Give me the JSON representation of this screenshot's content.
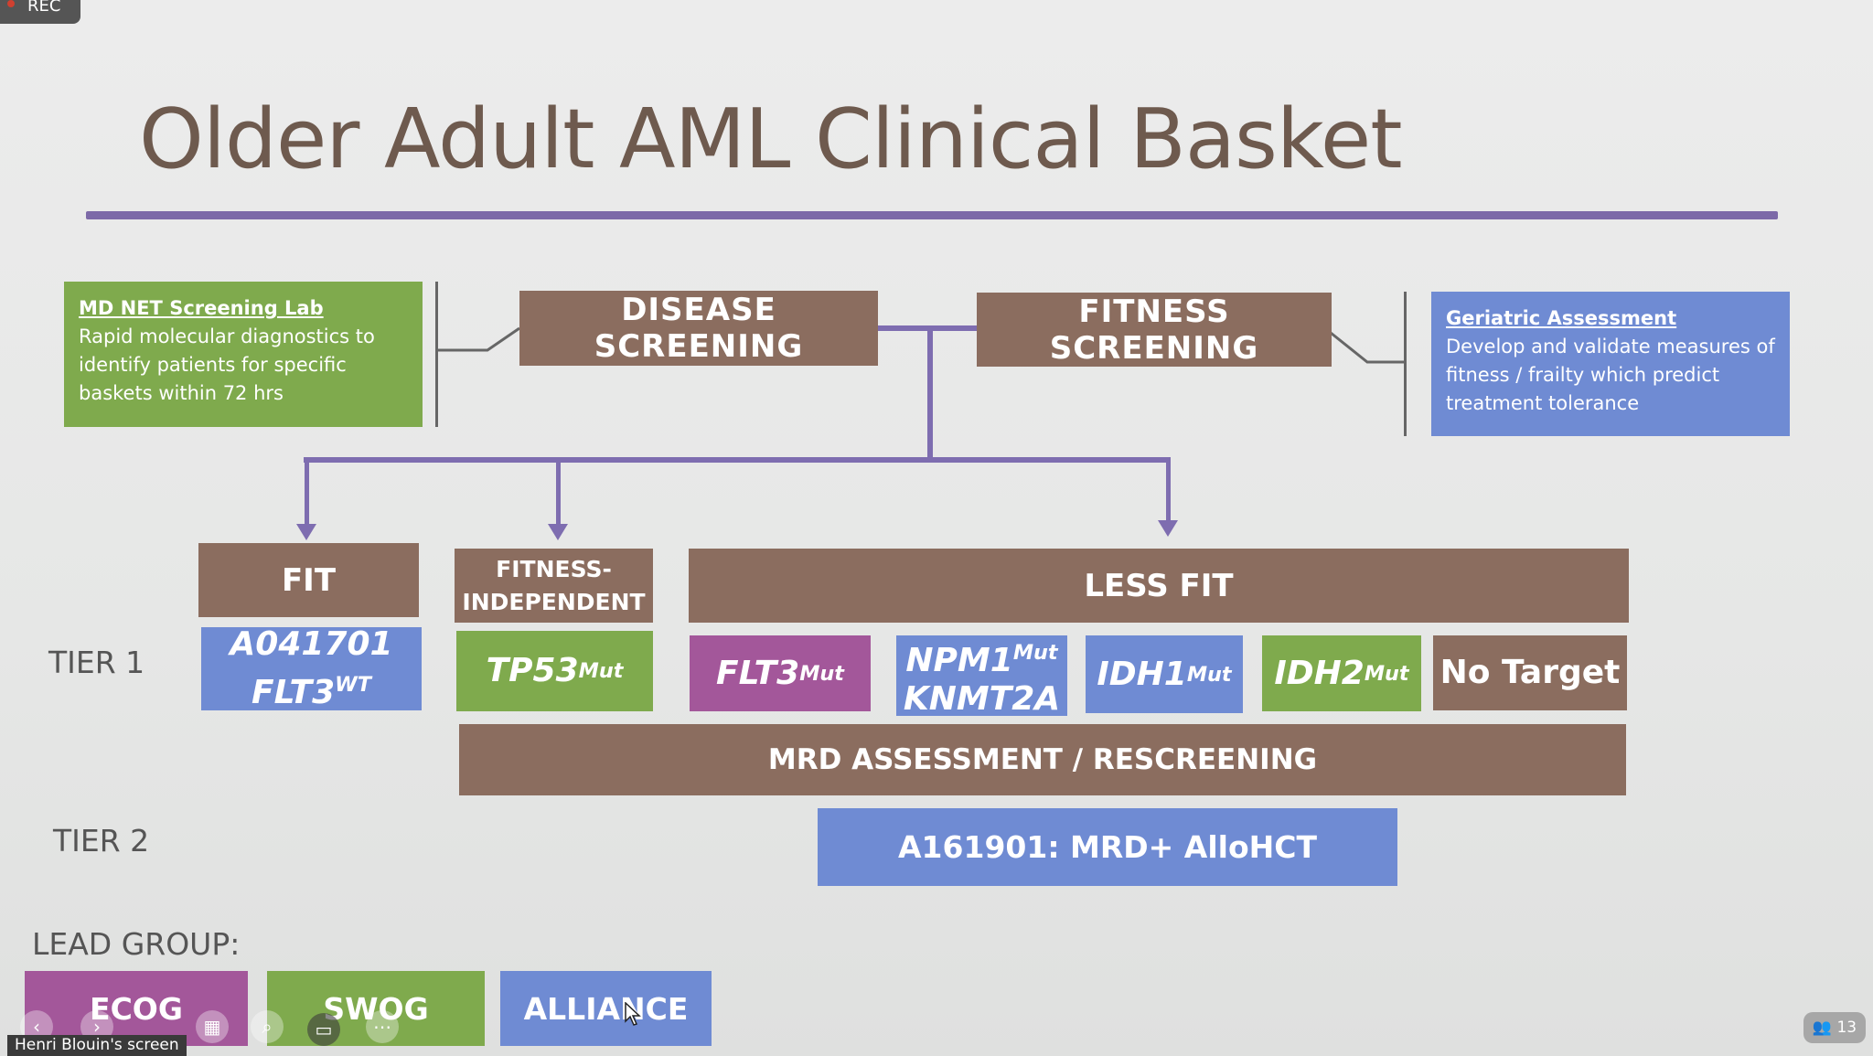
{
  "recording": {
    "label": "REC"
  },
  "slide": {
    "title": "Older Adult AML Clinical Basket",
    "md_net": {
      "heading": "MD NET Screening Lab",
      "lines": [
        "Rapid molecular diagnostics to",
        "identify patients for specific",
        "baskets within 72 hrs"
      ]
    },
    "geriatric": {
      "heading": "Geriatric Assessment",
      "lines": [
        "Develop and validate measures of",
        "fitness / frailty which predict",
        "treatment tolerance"
      ]
    },
    "disease_screening": "DISEASE SCREENING",
    "fitness_screening": "FITNESS SCREENING",
    "fit": "FIT",
    "fitness_independent": [
      "FITNESS-",
      "INDEPENDENT"
    ],
    "less_fit": "LESS FIT",
    "tier1": "TIER 1",
    "tier2": "TIER 2",
    "targets": {
      "a041701": {
        "line1": "A041701",
        "line2": "FLT3",
        "line2_sup": "WT"
      },
      "tp53": {
        "text": "TP53",
        "sup": "Mut"
      },
      "flt3": {
        "text": "FLT3",
        "sup": "Mut"
      },
      "npm1": {
        "line1": "NPM1",
        "line1_sup": "Mut",
        "line2": "KNMT2A"
      },
      "idh1": {
        "text": "IDH1",
        "sup": "Mut"
      },
      "idh2": {
        "text": "IDH2",
        "sup": "Mut"
      },
      "no_target": "No Target"
    },
    "mrd": "MRD ASSESSMENT / RESCREENING",
    "tier2_trial": "A161901: MRD+ AlloHCT",
    "lead_group_label": "LEAD GROUP:",
    "lead_groups": [
      "ECOG",
      "SWOG",
      "ALLIANCE"
    ]
  },
  "meeting": {
    "screen_caption": "Henri Blouin's screen",
    "participants": "13"
  },
  "colors": {
    "brown": "#8b6d5f",
    "green": "#7faa4d",
    "blue": "#6f8bd3",
    "purple": "#a3579a",
    "connector": "#7e6db0"
  }
}
